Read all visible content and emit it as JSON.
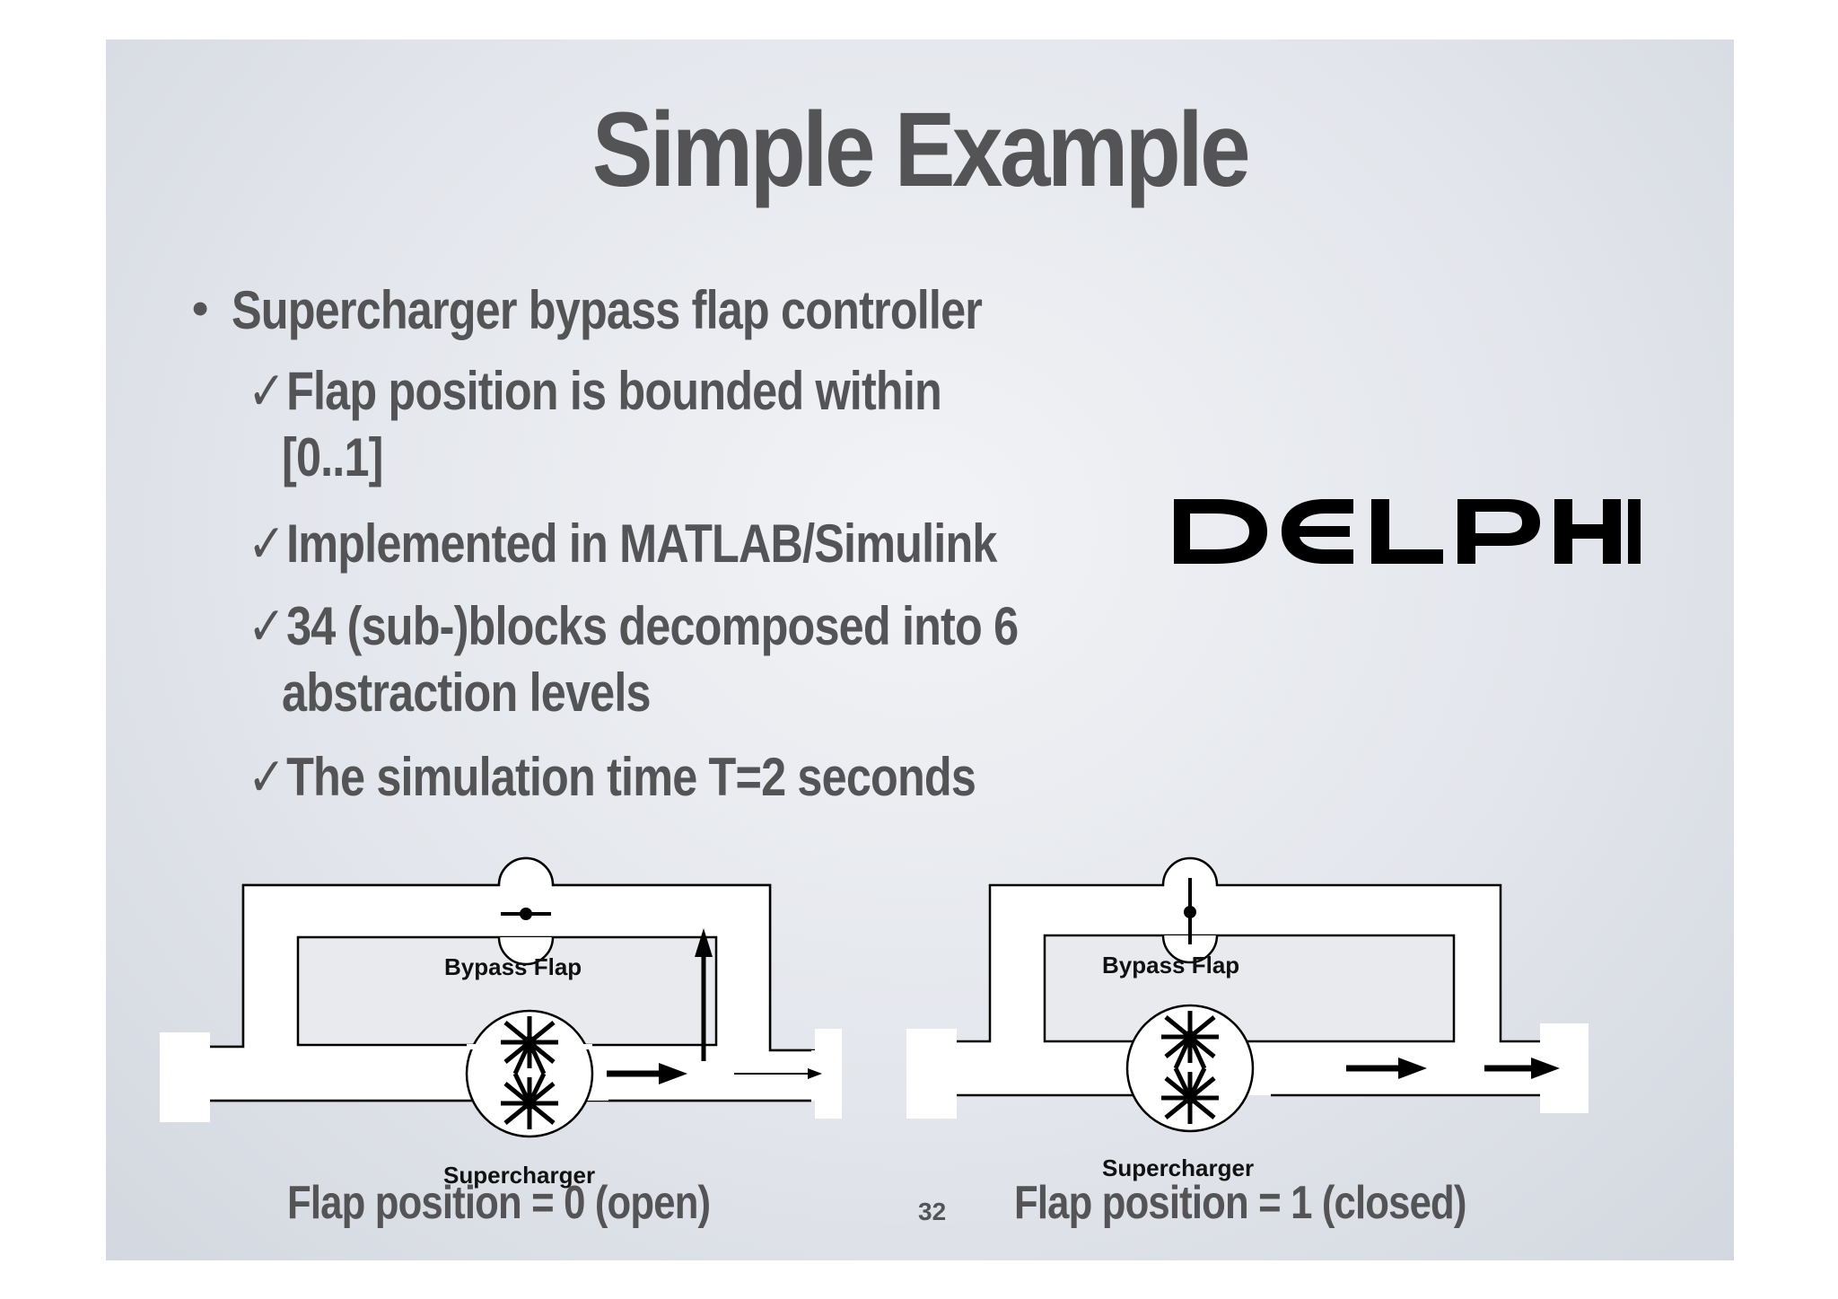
{
  "slide": {
    "title": "Simple Example",
    "bullet_main": "Supercharger bypass flap controller",
    "sub_items": [
      {
        "check": "✓",
        "lines": [
          "Flap position is bounded within",
          "[0..1]"
        ]
      },
      {
        "check": "✓",
        "lines": [
          "Implemented in MATLAB/Simulink"
        ]
      },
      {
        "check": "✓",
        "lines": [
          "34 (sub-)blocks decomposed into  6",
          "abstraction levels"
        ]
      },
      {
        "check": "✓",
        "lines": [
          "The simulation time T=2 seconds"
        ]
      }
    ],
    "logo_text": "DELPHI",
    "page_number": "32"
  },
  "diagrams": [
    {
      "bypass_label": "Bypass Flap",
      "supercharger_label": "Supercharger",
      "caption": "Flap position = 0 (open)",
      "flap_position": 0
    },
    {
      "bypass_label": "Bypass Flap",
      "supercharger_label": "Supercharger",
      "caption": "Flap position = 1 (closed)",
      "flap_position": 1
    }
  ]
}
